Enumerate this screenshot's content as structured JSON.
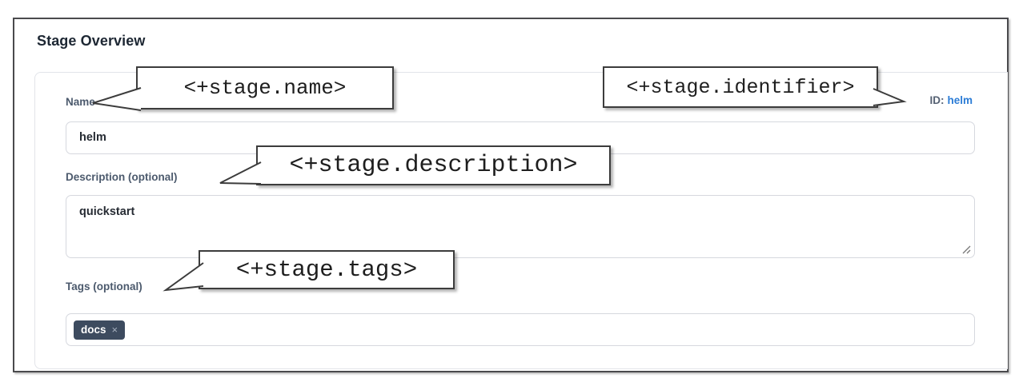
{
  "page": {
    "title": "Stage Overview"
  },
  "form": {
    "name": {
      "label": "Name",
      "value": "helm"
    },
    "identifier": {
      "label": "ID:",
      "value": "helm"
    },
    "description": {
      "label": "Description (optional)",
      "value": "quickstart"
    },
    "tags": {
      "label": "Tags (optional)",
      "chips": [
        {
          "text": "docs",
          "remove": "×"
        }
      ]
    }
  },
  "callouts": {
    "name": "<+stage.name>",
    "identifier": "<+stage.identifier>",
    "description": "<+stage.description>",
    "tags": "<+stage.tags>"
  },
  "colors": {
    "id_value_blue": "#2b7cd6",
    "tag_chip_bg": "#3d4b5f",
    "label_slate": "#4c5a6d",
    "frame_border": "#4a4a4d",
    "callout_border": "#3c3c3c"
  }
}
